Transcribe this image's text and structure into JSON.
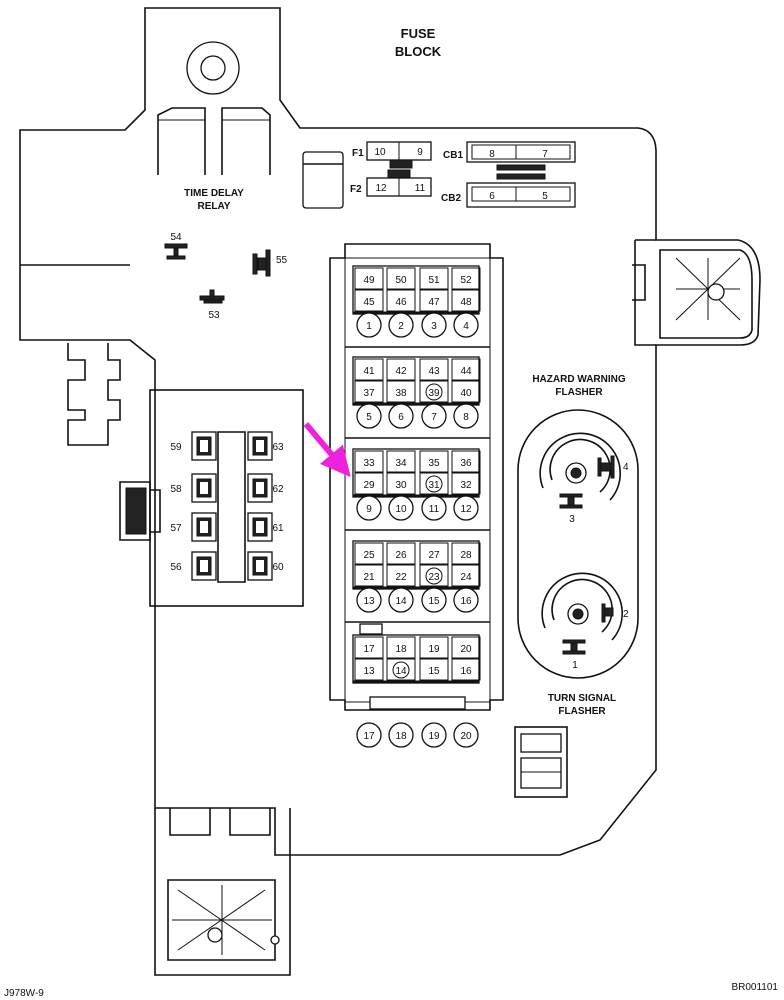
{
  "title": {
    "line1": "FUSE",
    "line2": "BLOCK"
  },
  "labels": {
    "time_delay_1": "TIME DELAY",
    "time_delay_2": "RELAY",
    "hazard_1": "HAZARD WARNING",
    "hazard_2": "FLASHER",
    "turn_1": "TURN SIGNAL",
    "turn_2": "FLASHER"
  },
  "breakers": {
    "f1": "F1",
    "f2": "F2",
    "cb1": "CB1",
    "cb2": "CB2",
    "f1_cells": [
      "10",
      "9"
    ],
    "f2_cells": [
      "12",
      "11"
    ],
    "cb1_cells": [
      "8",
      "7"
    ],
    "cb2_cells": [
      "6",
      "5"
    ]
  },
  "small_components": {
    "c54": "54",
    "c55": "55",
    "c53": "53"
  },
  "relay_block": {
    "left": [
      "59",
      "58",
      "57",
      "56"
    ],
    "right": [
      "63",
      "62",
      "61",
      "60"
    ]
  },
  "fuse_groups": [
    {
      "top": [
        "49",
        "50",
        "51",
        "52"
      ],
      "bottom": [
        "45",
        "46",
        "47",
        "48"
      ],
      "circles": [
        "1",
        "2",
        "3",
        "4"
      ],
      "bottom_circled": ""
    },
    {
      "top": [
        "41",
        "42",
        "43",
        "44"
      ],
      "bottom": [
        "37",
        "38",
        "39",
        "40"
      ],
      "circles": [
        "5",
        "6",
        "7",
        "8"
      ],
      "bottom_circled": "39"
    },
    {
      "top": [
        "33",
        "34",
        "35",
        "36"
      ],
      "bottom": [
        "29",
        "30",
        "31",
        "32"
      ],
      "circles": [
        "9",
        "10",
        "11",
        "12"
      ],
      "bottom_circled": "31"
    },
    {
      "top": [
        "25",
        "26",
        "27",
        "28"
      ],
      "bottom": [
        "21",
        "22",
        "23",
        "24"
      ],
      "circles": [
        "13",
        "14",
        "15",
        "16"
      ],
      "bottom_circled": "23"
    },
    {
      "top": [
        "17",
        "18",
        "19",
        "20"
      ],
      "bottom": [
        "13",
        "14",
        "15",
        "16"
      ],
      "circles": [
        "17",
        "18",
        "19",
        "20"
      ],
      "bottom_circled": "14"
    }
  ],
  "flasher_terminals": {
    "h4": "4",
    "h3": "3",
    "t2": "2",
    "t1": "1"
  },
  "footer": {
    "left": "J978W-9",
    "right": "BR001101"
  },
  "colors": {
    "arrow": "#ee22dd",
    "line": "#111111"
  }
}
